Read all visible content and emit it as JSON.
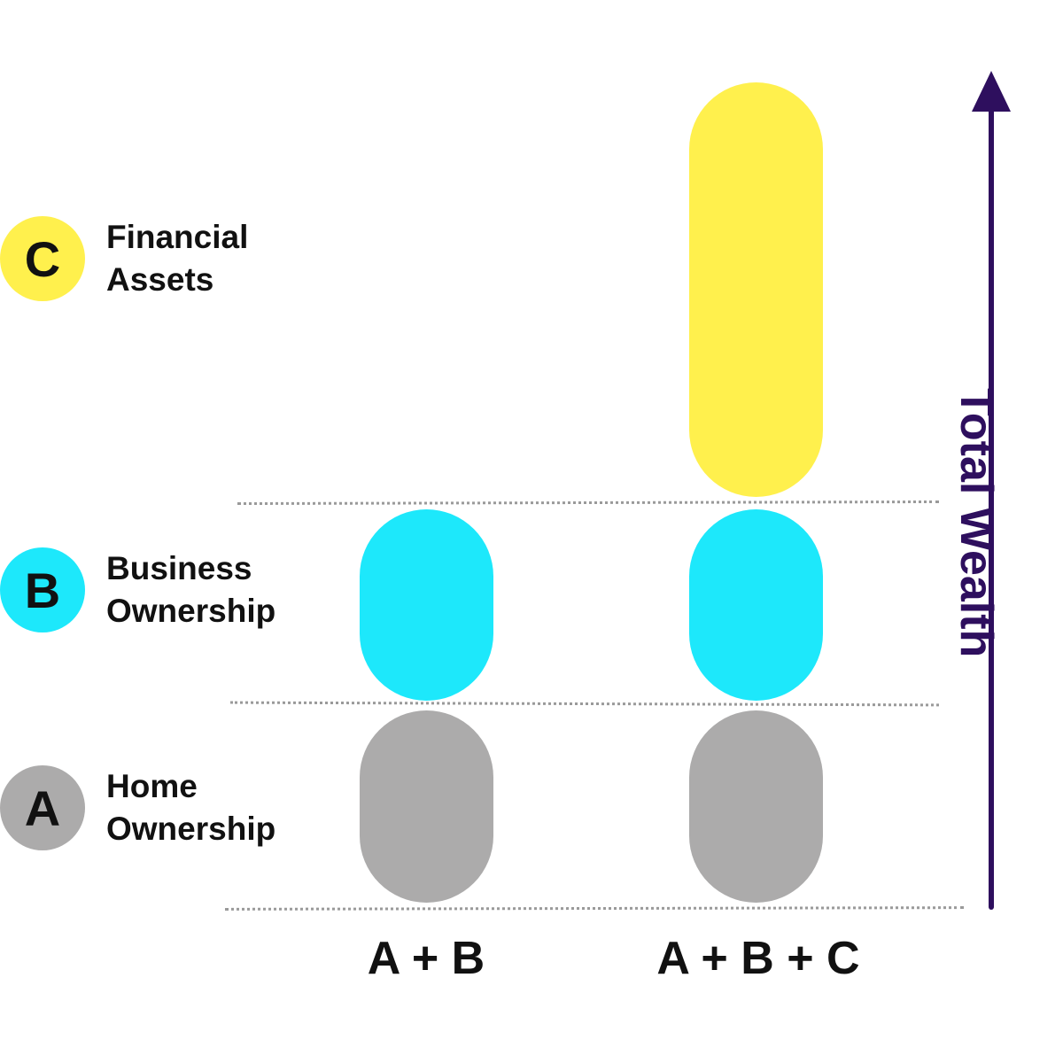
{
  "legend": [
    {
      "letter": "C",
      "label_line1": "Financial",
      "label_line2": "Assets",
      "color": "#fff04d"
    },
    {
      "letter": "B",
      "label_line1": "Business",
      "label_line2": "Ownership",
      "color": "#1de8fb"
    },
    {
      "letter": "A",
      "label_line1": "Home",
      "label_line2": "Ownership",
      "color": "#acabab"
    }
  ],
  "columns": [
    {
      "label": "A + B",
      "stack": [
        "A",
        "B"
      ]
    },
    {
      "label": "A + B + C",
      "stack": [
        "A",
        "B",
        "C"
      ]
    }
  ],
  "axis": {
    "label": "Total Wealth",
    "color": "#2e0f5e",
    "direction": "up"
  },
  "guide_color": "#9a9a9a"
}
